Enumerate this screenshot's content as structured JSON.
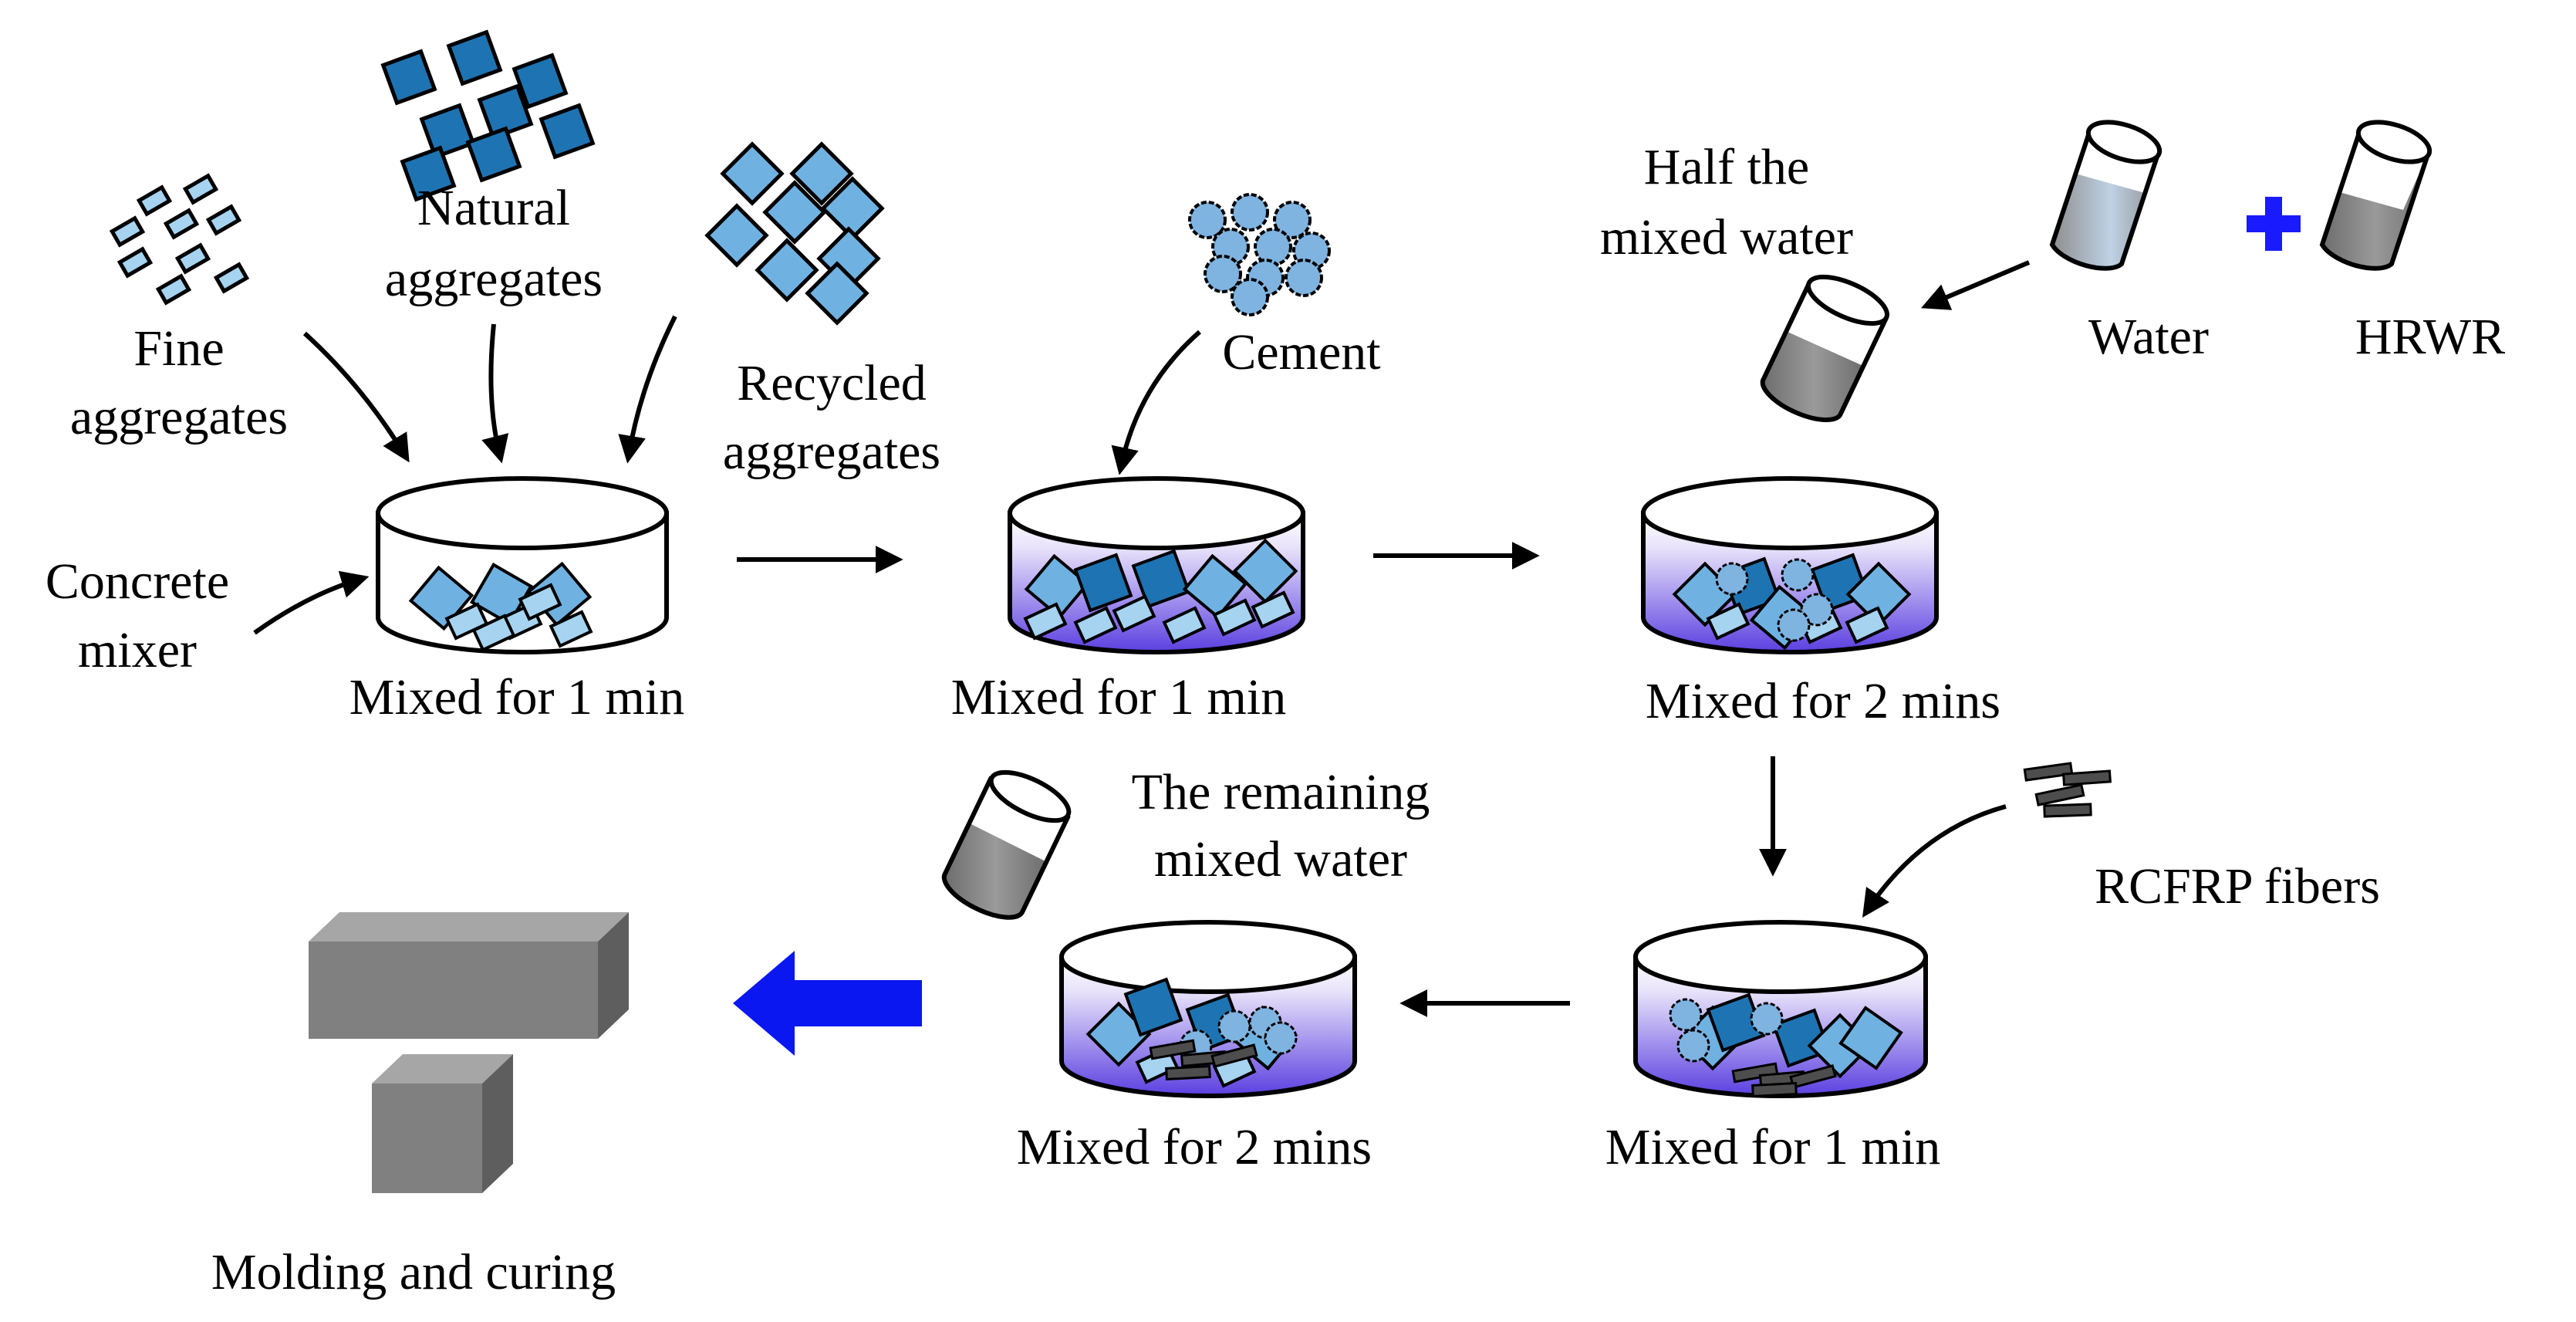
{
  "labels": {
    "fine_aggregates": [
      "Fine",
      "aggregates"
    ],
    "natural_aggregates": [
      "Natural",
      "aggregates"
    ],
    "recycled_aggregates": [
      "Recycled",
      "aggregates"
    ],
    "concrete_mixer": [
      "Concrete",
      "mixer"
    ],
    "cement": "Cement",
    "half_water": [
      "Half the",
      "mixed water"
    ],
    "water": "Water",
    "hrwr": "HRWR",
    "remaining_water": [
      "The remaining",
      "mixed water"
    ],
    "rcfrp_fibers": "RCFRP fibers",
    "molding": "Molding and curing"
  },
  "steps": [
    {
      "id": "step-1",
      "label": "Mixed for 1 min"
    },
    {
      "id": "step-2",
      "label": "Mixed for 1 min"
    },
    {
      "id": "step-3",
      "label": "Mixed for 2 mins"
    },
    {
      "id": "step-4",
      "label": "Mixed for 1 min"
    },
    {
      "id": "step-5",
      "label": "Mixed for 2 mins"
    }
  ],
  "colors": {
    "fine": "#a6d4f0",
    "natural": "#1e74b2",
    "recycled": "#6fb2e2",
    "cement": "#7fb3e0",
    "fiber": "#4d4d4d",
    "mix_purple": "#6a4ce0",
    "water_fill": "#8a8a8a",
    "plus": "#1a1aff",
    "big_arrow": "#0a17f0",
    "block": "#808080"
  }
}
